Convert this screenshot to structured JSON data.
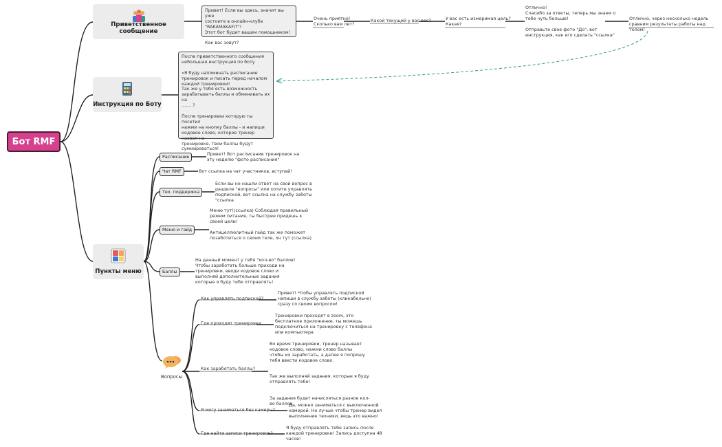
{
  "root": {
    "label": "Бот RMF"
  },
  "topics": {
    "welcome": {
      "label": "Приветственное сообщение",
      "icon": "people-icon"
    },
    "instruction": {
      "label": "Инструкция по Боту",
      "icon": "calculator-icon"
    },
    "menu": {
      "label": "Пункты меню",
      "icon": "puzzle-icon"
    },
    "questions": {
      "label": "Вопросы",
      "icon": "chat-bubble-icon"
    }
  },
  "welcome_flow": {
    "greeting": "Привет! Если вы здесь, значит вы уже\nсостоите в онлайн-клубе \"RAKAMAKAFIT\"!\nЭтот бот будет вашим помощником!\n\nКак вас зовут?",
    "step1": "Очень приятно!\nСколько вам лет?",
    "step2": "Какой текущий у вас вес?",
    "step3": "У вас есть измеримая цель?\nКакая?",
    "step4": "Отлично!\nСпасибо за ответы, теперь мы знаем о\nтебе чуть больше!\n\nОтправьте свое фото \"До\", вот\nинструкция, как его сделать \"ссылка\"",
    "step5": "Отлично, через несколько недель\nсравним результаты работы над телом!"
  },
  "instruction_box": "После приветственного сообщения\nнебольшая инструкция по боту\n\n«Я буду напоминать расписание\nтренировок и писать перед началом\nкаждой тренировки!\nТак же у тебя есть возможность\nзарабатывать баллы и обменивать их на\n....... ?\n\nПосле тренировки которую ты посетил\nнажми на кнопку баллы - и напиши\nкодовое слово, которое тренер назвал на\nтренировке, твои баллы будут\nсуммироваться!",
  "menu_items": [
    {
      "label": "Расписание",
      "text": "Привет! Вот расписание тренировок на\nэту неделю \"фото расписания\""
    },
    {
      "label": "Чат RMF",
      "text": "Вот ссылка на чат участников, вступай!"
    },
    {
      "label": "Тех. поддержка",
      "text": "Если вы не нашли ответ на свой вопрос в\nразделе \"вопросы\" или хотите управлять\nподпиской, вот ссылка на службу заботы\n\"ссылка"
    },
    {
      "label": "Меню и гайд",
      "text": "Меню тут!(ссылка) Соблюдая правильный\nрежим питания, ты быстрее придешь к\nсвоей цели!\n\nАнтицеллюлитный гайд так же поможет\nпозаботиться о своем теле, он тут (ссылка)"
    },
    {
      "label": "Баллы",
      "text": "На данный момент у тебя \"кол-во\" баллов!\nЧтобы заработать больше приходи на\nтренировки, вводи кодовое слово и\nвыполняй дополнительные задания\nкоторые я буду тебе отправлять!"
    }
  ],
  "questions": [
    {
      "q": "Как управлять подпиской?",
      "a": "Привет! Чтобы управлять подпиской\nнапиши в службу заботы (кликабельно)\nсразу со своим вопросом!"
    },
    {
      "q": "Где проходят тренировки",
      "a": "Тренировки проходят в zoom, это\nбесплатное приложение, ты можешь\nподключиться на тренировку с телефона\nили компьютера"
    },
    {
      "q": "Как заработать баллы?",
      "a": "Во время тренировки, тренер называет\nкодовое слово, нажми слово баллы\nчтобы их заработать, а далее я попрошу\nтебя ввести кодовое слово.\n\n\nТак же выполняй задания, которые я буду\nотправлять тебе!\n\n\nЗа задания будет начисляться разное кол-\nво баллов"
    },
    {
      "q": "Я могу заниматься без камеры?",
      "a": "Да, можно заниматься с выключенной\nкамерой. Но лучше чтобы тренер видел\nвыполнение техники, ведь это важно!"
    },
    {
      "q": "Где найти записи тренировок?",
      "a": "Я буду отправлять тебе запись после\nкаждой тренировки! Запись доступна 48\nчасов!"
    }
  ],
  "colors": {
    "root_fill": "#d6418e",
    "root_border": "#4a1a33",
    "topic_fill": "#ececec",
    "dashed_link": "#2a9d8f",
    "line": "#222222"
  }
}
